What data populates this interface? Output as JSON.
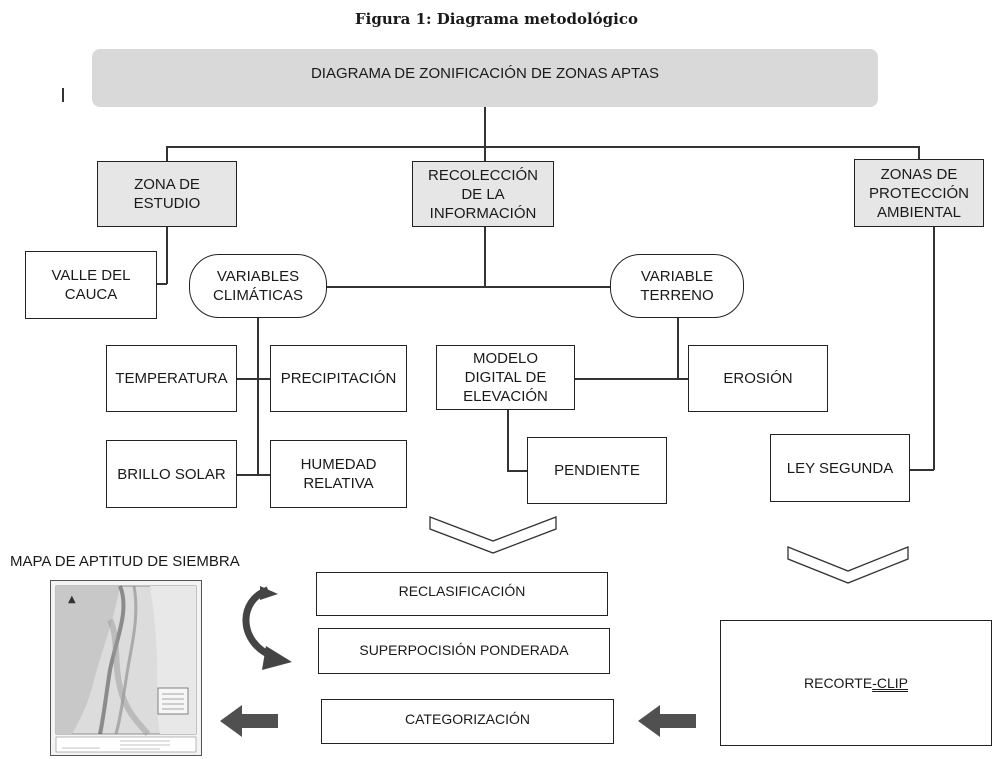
{
  "figure_title": "Figura 1: Diagrama metodológico",
  "header": "DIAGRAMA  DE ZONIFICACIÓN DE ZONAS APTAS",
  "nodes": {
    "zona_estudio": "ZONA DE\nESTUDIO",
    "recoleccion": "RECOLECCIÓN\nDE LA\nINFORMACIÓN",
    "zonas_proteccion": "ZONAS DE\nPROTECCIÓN\nAMBIENTAL",
    "valle_cauca": "VALLE DEL\nCAUCA",
    "variables_climaticas": "VARIABLES\nCLIMÁTICAS",
    "variable_terreno": "VARIABLE\nTERRENO",
    "temperatura": "TEMPERATURA",
    "precipitacion": "PRECIPITACIÓN",
    "brillo_solar": "BRILLO SOLAR",
    "humedad_relativa": "HUMEDAD\nRELATIVA",
    "modelo_digital": "MODELO\nDIGITAL DE\nELEVACIÓN",
    "erosion": "EROSIÓN",
    "pendiente": "PENDIENTE",
    "ley_segunda": "LEY SEGUNDA"
  },
  "process": {
    "reclasificacion": "RECLASIFICACIÓN",
    "superposicion": "SUPERPOCISIÓN PONDERADA",
    "categorizacion": "CATEGORIZACIÓN",
    "recorte": "RECORTE",
    "recorte_dash": " - ",
    "recorte_clip": "CLIP"
  },
  "map_label": "MAPA DE APTITUD DE SIEMBRA"
}
